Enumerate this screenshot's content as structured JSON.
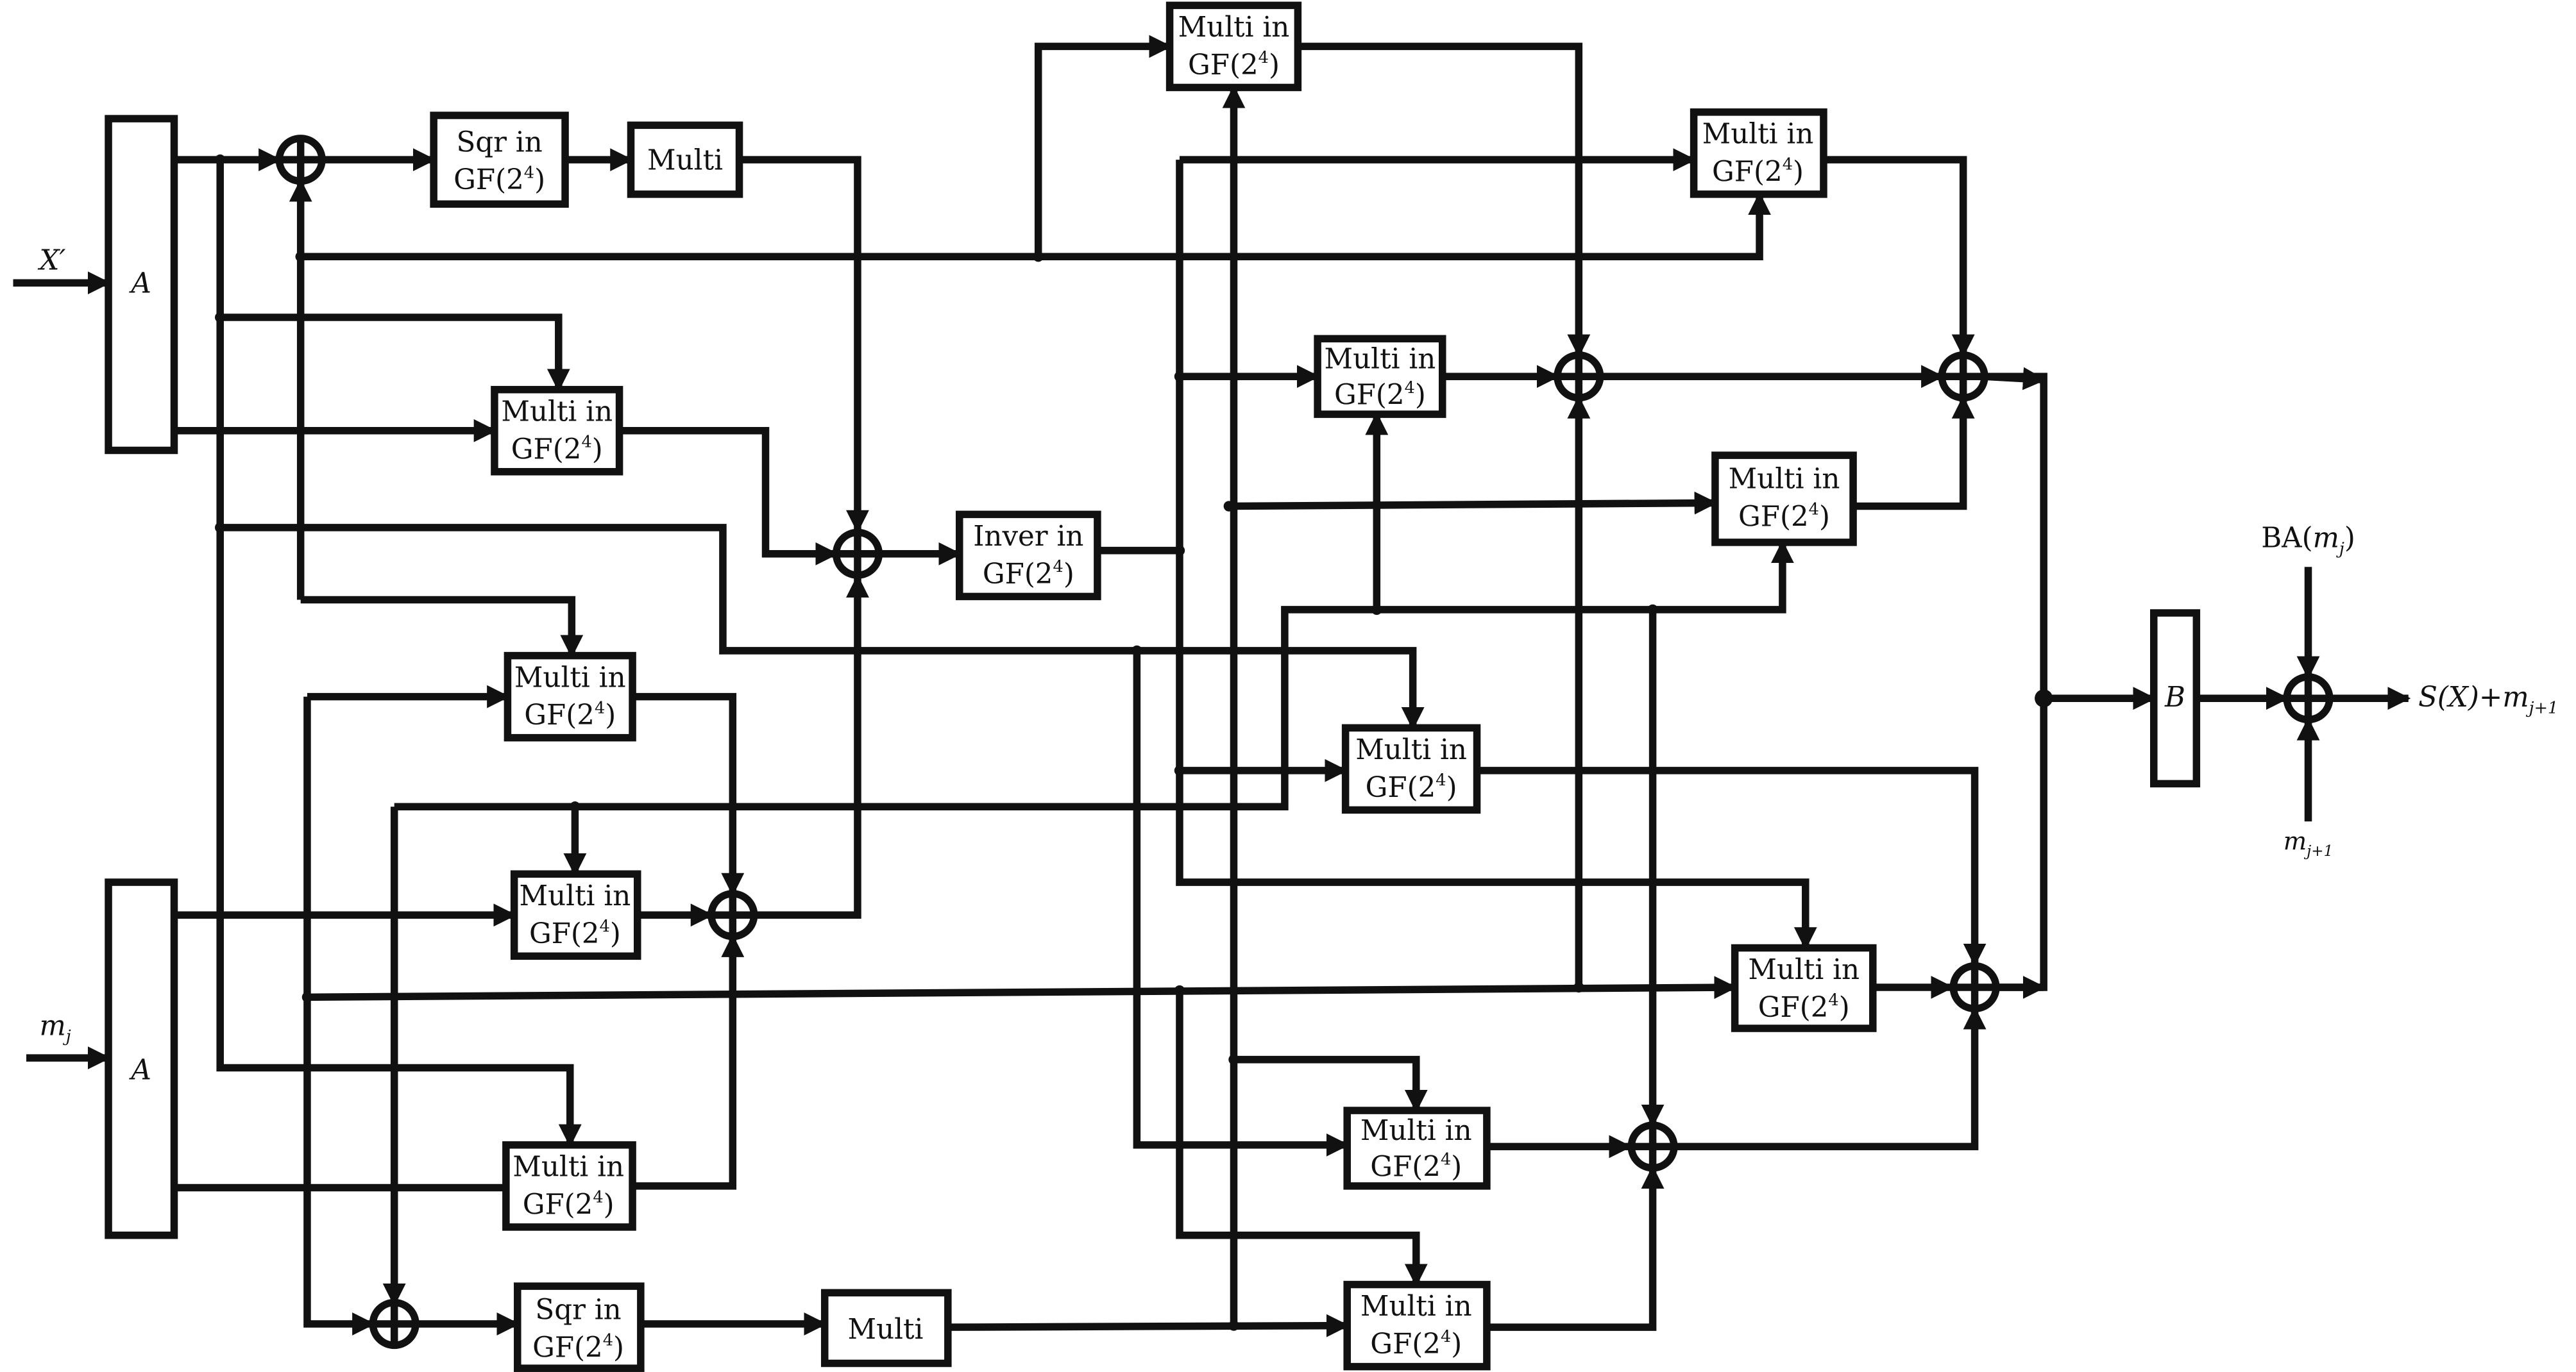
{
  "diagram": {
    "blocks": {
      "a_top": "A",
      "a_bottom": "A",
      "b": "B",
      "multi_line1": "Multi in",
      "gf_base": "GF(2",
      "gf_exp": "4",
      "gf_close": ")",
      "sqr_line1": "Sqr in",
      "inver_line1": "Inver in",
      "multi_plain": "Multi"
    },
    "inputs": {
      "x_prime": "X′",
      "m_j_base": "m",
      "m_j_sub": "j"
    },
    "side": {
      "ba_label": "BA(",
      "ba_arg": "m",
      "ba_arg_sub": "j",
      "ba_close": ")",
      "m_next_base": "m",
      "m_next_sub": "j+1"
    },
    "output": {
      "s_base": "S(X)+m",
      "s_sub": "j+1"
    }
  }
}
